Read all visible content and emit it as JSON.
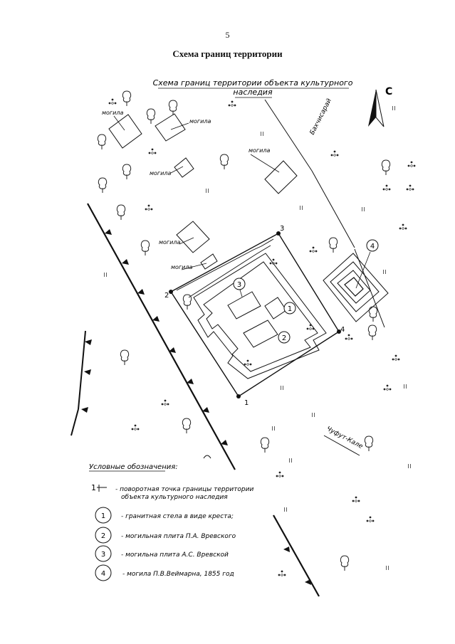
{
  "page": {
    "number": "5",
    "title": "Схема границ территории"
  },
  "map": {
    "heading_line1": "Схема границ территории объекта культурного",
    "heading_line2": "наследия",
    "north_label": "С",
    "road_labels": {
      "bakhchisaray": "Бахчисарай",
      "chufut_kale": "Чуфут-Кале"
    },
    "grave_label": "могила",
    "boundary_points": [
      "1",
      "2",
      "3",
      "4"
    ],
    "objects": [
      "1",
      "2",
      "3",
      "4"
    ]
  },
  "legend": {
    "title": "Условные обозначения:",
    "point_symbol": "1",
    "point_desc_line1": "- поворотная точка границы территории",
    "point_desc_line2": "объекта культурного наследия",
    "items": [
      {
        "num": "1",
        "text": "- гранитная стела в виде креста;"
      },
      {
        "num": "2",
        "text": "- могильная плита П.А. Вревского"
      },
      {
        "num": "3",
        "text": "- могильна плита А.С. Вревской"
      },
      {
        "num": "4",
        "text": "- могила П.В.Веймарна, 1855 год"
      }
    ]
  }
}
